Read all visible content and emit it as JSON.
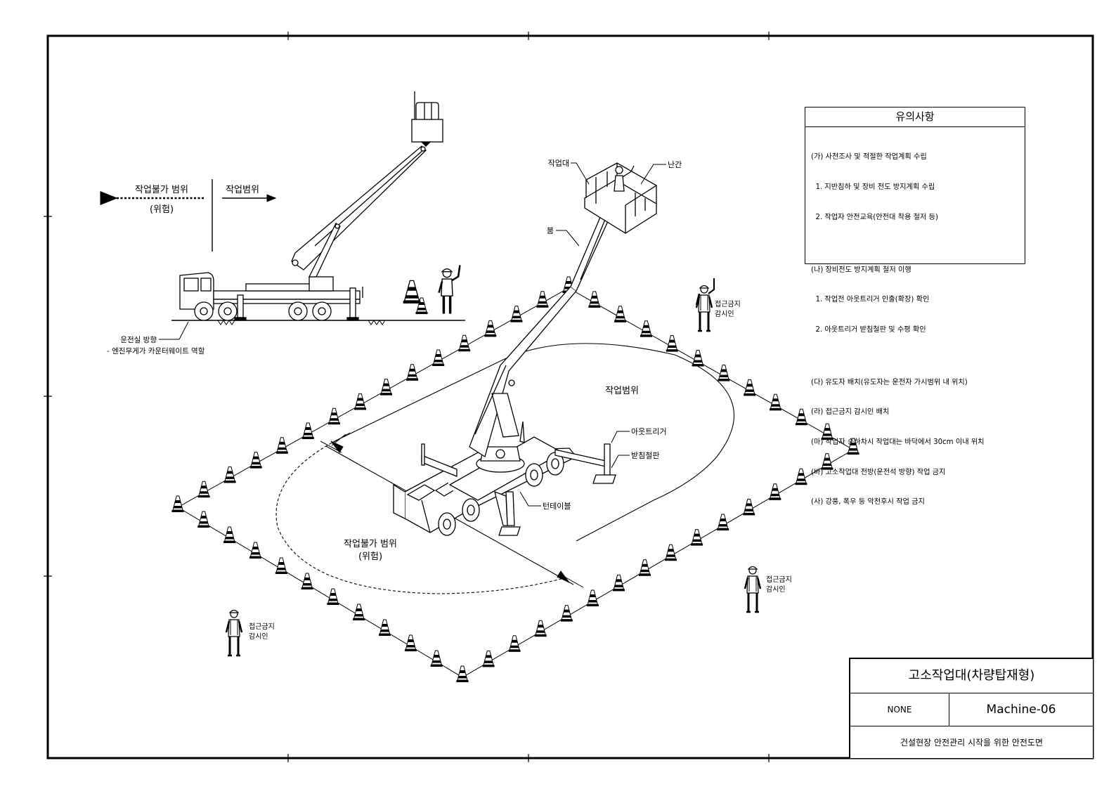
{
  "notes": {
    "title": "유의사항",
    "items": [
      "(가) 사전조사 및 적절한 작업계획 수립",
      "  1. 지반침하 및 장비 전도 방지계획 수립",
      "  2. 작업자 안전교육(안전대 착용 철저 등)",
      "(나) 장비전도 방지계획 철저 이행",
      "  1. 작업전 아웃트리거 인출(확장) 확인",
      "  2. 아웃트리거 받침철판 및 수평 확인",
      "(다) 유도자 배치(유도자는 운전자 가시범위 내 위치)",
      "(라) 접근금지 감시인 배치",
      "(마) 작업자 승하차시 작업대는 바닥에서 30cm 이내 위치",
      "(바) 고소작업대 전방(운전석 방향) 작업 금지",
      "(사) 강풍, 폭우 등 악천후시 작업 금지"
    ]
  },
  "title_block": {
    "title": "고소작업대(차량탑재형)",
    "scale": "NONE",
    "drawing_no": "Machine-06",
    "footer": "건설현장 안전관리 시작을 위한 안전도면"
  },
  "side_view": {
    "no_work_label": "작업불가 범위",
    "danger_label": "(위험)",
    "work_label": "작업범위",
    "cab_direction": "운전실 방향",
    "counterweight_note": "- 엔진무게가 카운터웨이트 역할"
  },
  "iso_view": {
    "platform_label": "작업대",
    "railing_label": "난간",
    "boom_label": "붐",
    "work_range_label": "작업범위",
    "outrigger_label": "아웃트리거",
    "base_plate_label": "받침철판",
    "turntable_label": "턴테이블",
    "no_work_label": "작업불가 범위",
    "danger_label": "(위험)"
  },
  "guards": {
    "line1": "접근금지",
    "line2": "감시인"
  }
}
